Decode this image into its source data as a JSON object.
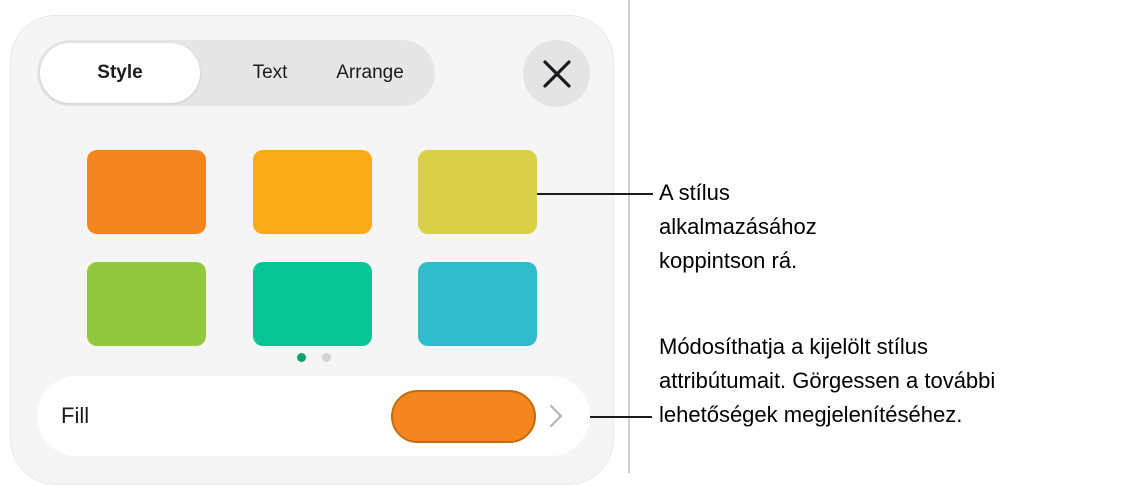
{
  "tabs": [
    {
      "label": "Style",
      "active": true
    },
    {
      "label": "Text",
      "active": false
    },
    {
      "label": "Arrange",
      "active": false
    }
  ],
  "close_icon": "close-x-icon",
  "swatches": [
    {
      "color": "#f5861f"
    },
    {
      "color": "#faab18"
    },
    {
      "color": "#d8d046"
    },
    {
      "color": "#92c73e"
    },
    {
      "color": "#07c595"
    },
    {
      "color": "#30bccc"
    }
  ],
  "page_dots": {
    "count": 2,
    "active_index": 0,
    "active_color": "#0aa36e",
    "inactive_color": "#d4d4d4"
  },
  "fill": {
    "label": "Fill",
    "color": "#f5861f",
    "chevron_icon": "chevron-right-icon"
  },
  "callouts": [
    {
      "lines": [
        "A stílus",
        "alkalmazásához",
        "koppintson rá."
      ]
    },
    {
      "lines": [
        "Módosíthatja a kijelölt stílus",
        "attribútumait. Görgessen a további",
        "lehetőségek megjelenítéséhez."
      ]
    }
  ]
}
